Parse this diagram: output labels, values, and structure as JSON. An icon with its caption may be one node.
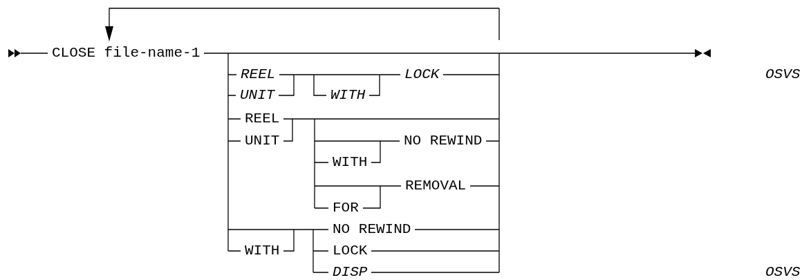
{
  "diagram": {
    "labels": [
      "CLOSE file-name-1",
      "REEL",
      "LOCK",
      "OSVS",
      "UNIT",
      "WITH",
      "REEL",
      "UNIT",
      "NO REWIND",
      "WITH",
      "REMOVAL",
      "FOR",
      "NO REWIND",
      "WITH",
      "LOCK",
      "DISP",
      "OSVS"
    ]
  }
}
